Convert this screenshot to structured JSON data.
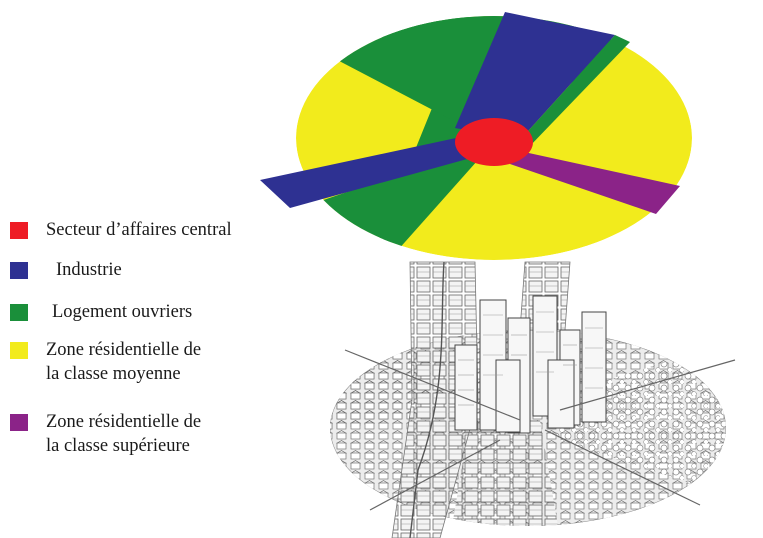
{
  "colors": {
    "cbd": "#ee1c25",
    "industry": "#2e3192",
    "workers_housing": "#1a8f3a",
    "middle_class": "#f2eb1c",
    "upper_class": "#8b2388",
    "city_sketch": "#8a8a8a"
  },
  "legend": {
    "items": [
      {
        "key": "cbd",
        "lines": [
          "Secteur d’affaires central"
        ]
      },
      {
        "key": "industry",
        "lines": [
          "Industrie"
        ]
      },
      {
        "key": "workers_housing",
        "lines": [
          "Logement ouvriers"
        ]
      },
      {
        "key": "middle_class",
        "lines": [
          "Zone résidentielle de",
          "la classe moyenne"
        ]
      },
      {
        "key": "upper_class",
        "lines": [
          "Zone résidentielle de",
          "la classe supérieure"
        ]
      }
    ]
  }
}
